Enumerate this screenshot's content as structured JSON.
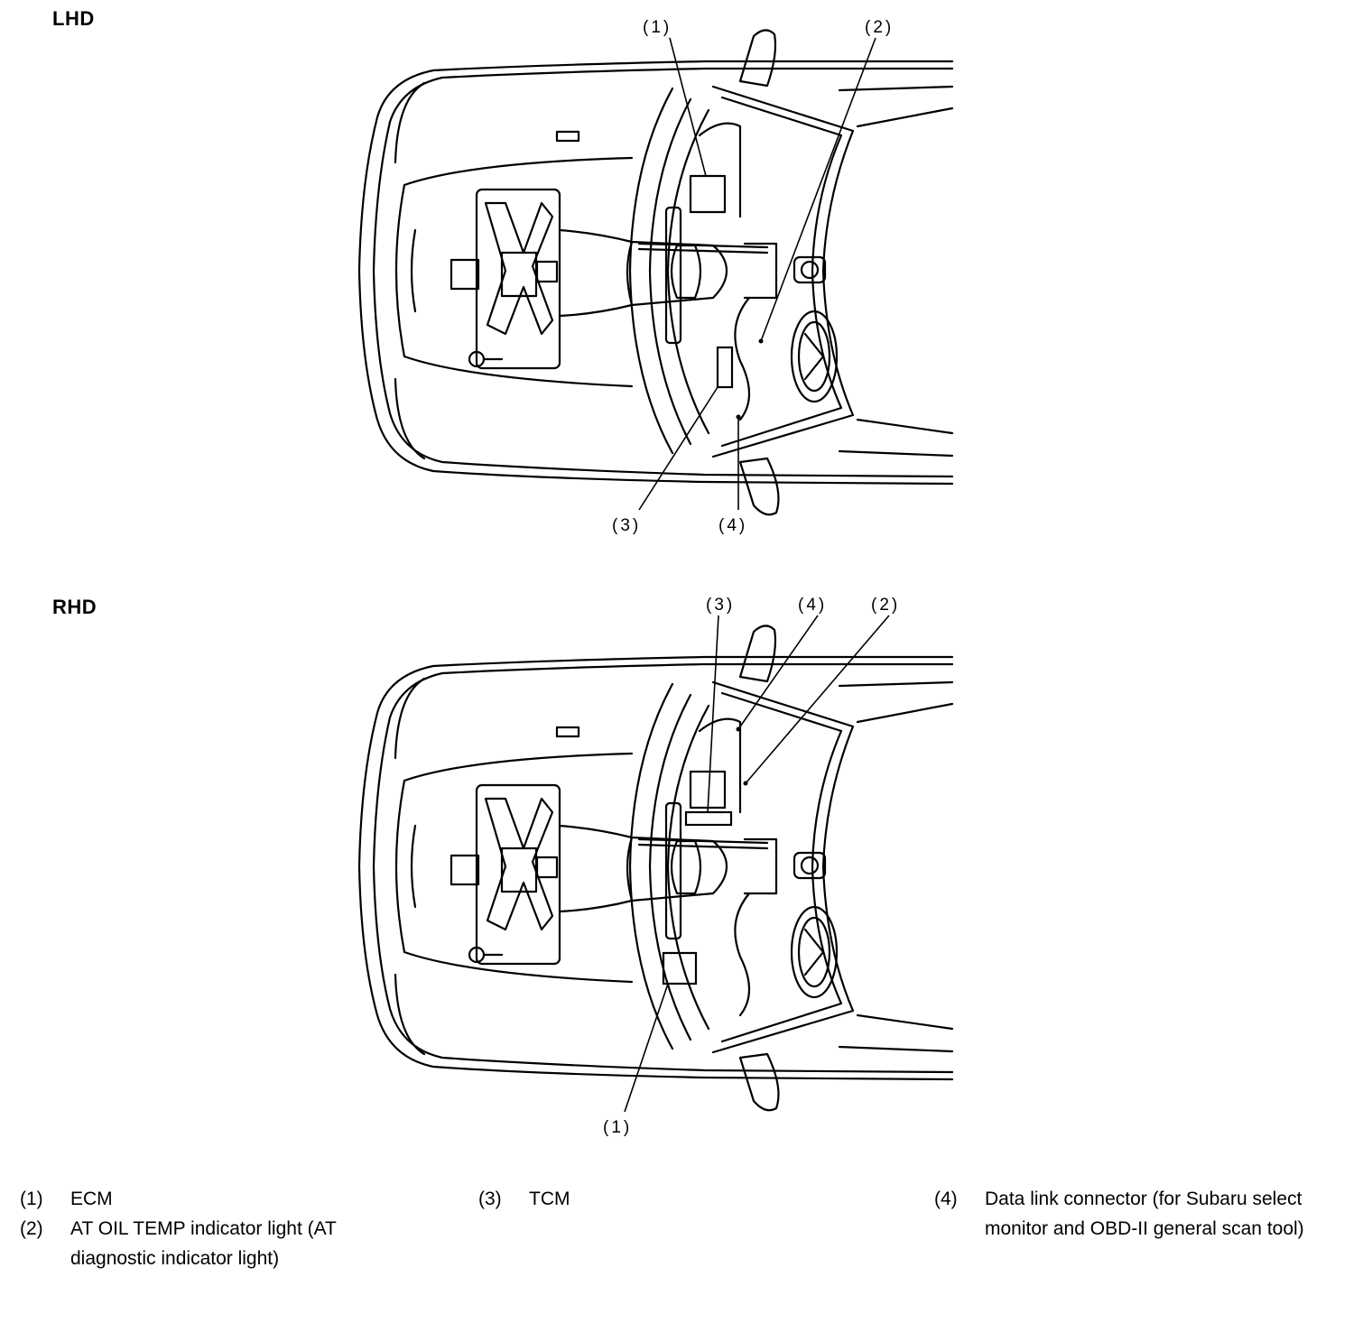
{
  "sections": {
    "lhd": {
      "label": "LHD"
    },
    "rhd": {
      "label": "RHD"
    }
  },
  "callouts": {
    "c1": "(1)",
    "c2": "(2)",
    "c3": "(3)",
    "c4": "(4)"
  },
  "legend": [
    {
      "num": "(1)",
      "text": "ECM"
    },
    {
      "num": "(2)",
      "text": "AT OIL TEMP indicator light (AT diagnostic indicator light)"
    },
    {
      "num": "(3)",
      "text": "TCM"
    },
    {
      "num": "(4)",
      "text": "Data link connector (for Subaru select monitor and OBD-II general scan tool)"
    }
  ]
}
